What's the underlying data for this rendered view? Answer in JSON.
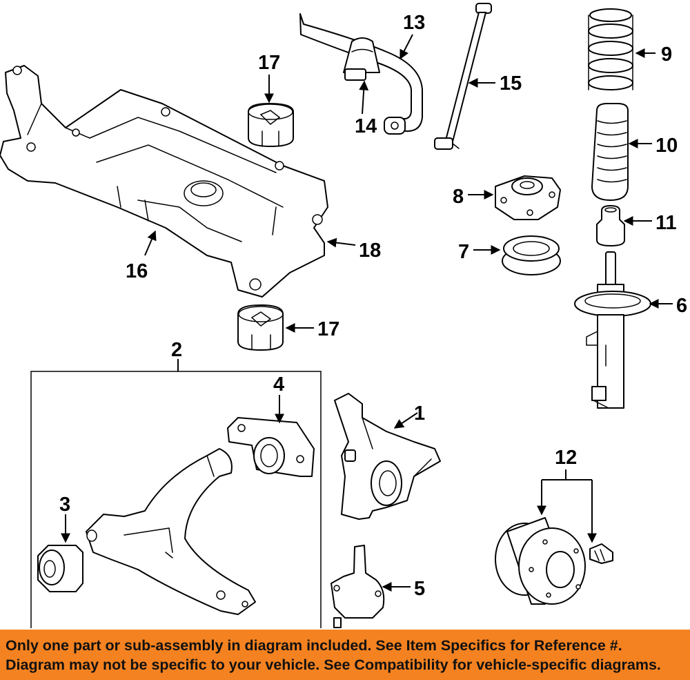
{
  "callouts": [
    {
      "id": "c1",
      "label": "1"
    },
    {
      "id": "c2",
      "label": "2"
    },
    {
      "id": "c3",
      "label": "3"
    },
    {
      "id": "c4",
      "label": "4"
    },
    {
      "id": "c5",
      "label": "5"
    },
    {
      "id": "c6",
      "label": "6"
    },
    {
      "id": "c7",
      "label": "7"
    },
    {
      "id": "c8",
      "label": "8"
    },
    {
      "id": "c9",
      "label": "9"
    },
    {
      "id": "c10",
      "label": "10"
    },
    {
      "id": "c11",
      "label": "11"
    },
    {
      "id": "c12",
      "label": "12"
    },
    {
      "id": "c13",
      "label": "13"
    },
    {
      "id": "c14",
      "label": "14"
    },
    {
      "id": "c15",
      "label": "15"
    },
    {
      "id": "c16",
      "label": "16"
    },
    {
      "id": "c17a",
      "label": "17"
    },
    {
      "id": "c17b",
      "label": "17"
    },
    {
      "id": "c18",
      "label": "18"
    }
  ],
  "banner": {
    "line1": "Only one part or sub-assembly in diagram included. See Item Specifics for Reference #.",
    "line2": "Diagram may not be specific to your vehicle. See Compatibility for vehicle-specific diagrams.",
    "background": "#f58220"
  }
}
